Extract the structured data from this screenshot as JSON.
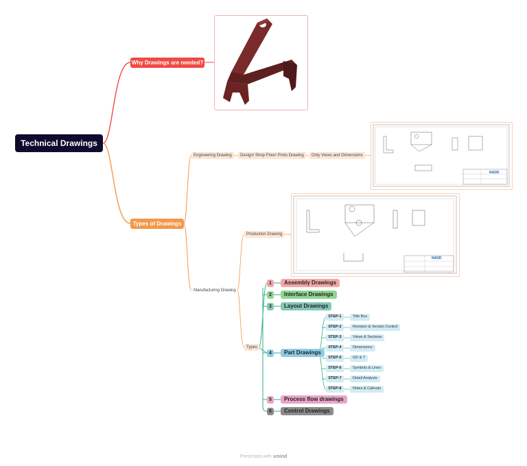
{
  "root": {
    "label": "Technical Drawings"
  },
  "branches": {
    "why": {
      "label": "Why Drawings are needed?",
      "color": "#ef4a45"
    },
    "types": {
      "label": "Types of Drawings",
      "color": "#f2994a"
    }
  },
  "engineering": {
    "label": "Engineering Drawing",
    "child": "Design/ Shop Floor/ Proto Drawing",
    "grandchild": "Only Views and Dimensions"
  },
  "manufacturing": {
    "label": "Manufacturing Drawing",
    "production": "Production Drawing",
    "types_label": "Types"
  },
  "drawing_types": [
    {
      "num": "1",
      "label": "Assembly Drawings",
      "color": "#f4a6a6"
    },
    {
      "num": "2",
      "label": "Interface Drawings",
      "color": "#8fd68f"
    },
    {
      "num": "3",
      "label": "Layout Drawings",
      "color": "#84c9b8"
    },
    {
      "num": "4",
      "label": "Part Drawings",
      "color": "#8fcbe6"
    },
    {
      "num": "5",
      "label": "Process flow drawings",
      "color": "#e9a5c9"
    },
    {
      "num": "6",
      "label": "Control Drawings",
      "color": "#8c8c8c"
    }
  ],
  "steps": [
    {
      "step": "STEP-1",
      "label": "Title Box"
    },
    {
      "step": "STEP-2",
      "label": "Revision & Version Control"
    },
    {
      "step": "STEP-3",
      "label": "Views & Sections"
    },
    {
      "step": "STEP-4",
      "label": "Dimensions"
    },
    {
      "step": "STEP-5",
      "label": "GD & T"
    },
    {
      "step": "STEP-6",
      "label": "Symbols & Lines"
    },
    {
      "step": "STEP-7",
      "label": "Detail Analysis"
    },
    {
      "step": "STEP-8",
      "label": "Notes & Callouts"
    }
  ],
  "drawing_title_block": {
    "brand": "NADD"
  },
  "footer": {
    "text": "Presented with",
    "brand": "xmind"
  },
  "colors": {
    "root_bg": "#0f0a2e",
    "red_branch": "#ef4a45",
    "orange_branch": "#f2994a",
    "teal_lines": "#2fae84",
    "step_bg": "#d2ecf5"
  }
}
